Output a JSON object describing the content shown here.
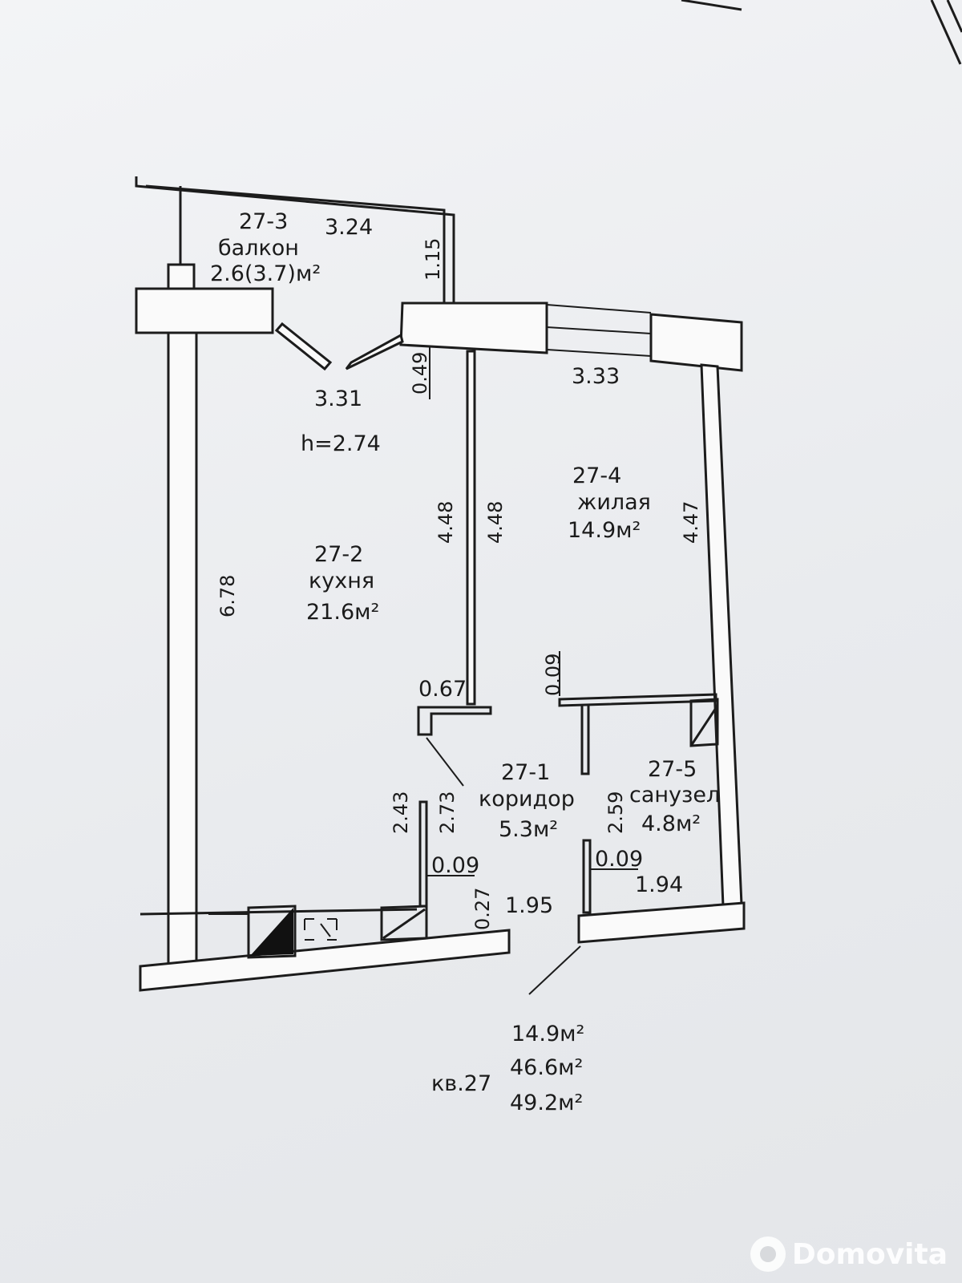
{
  "plan": {
    "ceiling_height": "h=2.74",
    "apartment_label": "кв.27",
    "totals": [
      "14.9м²",
      "46.6м²",
      "49.2м²"
    ]
  },
  "rooms": {
    "balcony": {
      "id": "27-3",
      "name": "балкон",
      "area": "2.6(3.7)м²"
    },
    "kitchen": {
      "id": "27-2",
      "name": "кухня",
      "area": "21.6м²"
    },
    "living": {
      "id": "27-4",
      "name": "жилая",
      "area": "14.9м²"
    },
    "corridor": {
      "id": "27-1",
      "name": "коридор",
      "area": "5.3м²"
    },
    "bathroom": {
      "id": "27-5",
      "name": "санузел",
      "area": "4.8м²"
    }
  },
  "dimensions": {
    "balcony_width": "3.24",
    "balcony_depth": "1.15",
    "kitchen_width": "3.31",
    "wall_0_49": "0.49",
    "living_width": "3.33",
    "kitchen_length": "6.78",
    "kitchen_side": "4.48",
    "living_side_left": "4.48",
    "living_side_right": "4.47",
    "wall_0_67": "0.67",
    "wall_0_09_top": "0.09",
    "corridor_2_43": "2.43",
    "corridor_2_73": "2.73",
    "bath_2_59": "2.59",
    "wall_0_09_left": "0.09",
    "wall_0_09_right": "0.09",
    "wall_0_27": "0.27",
    "corridor_width": "1.95",
    "bath_width": "1.94"
  },
  "watermark": {
    "text": "Domovita"
  }
}
